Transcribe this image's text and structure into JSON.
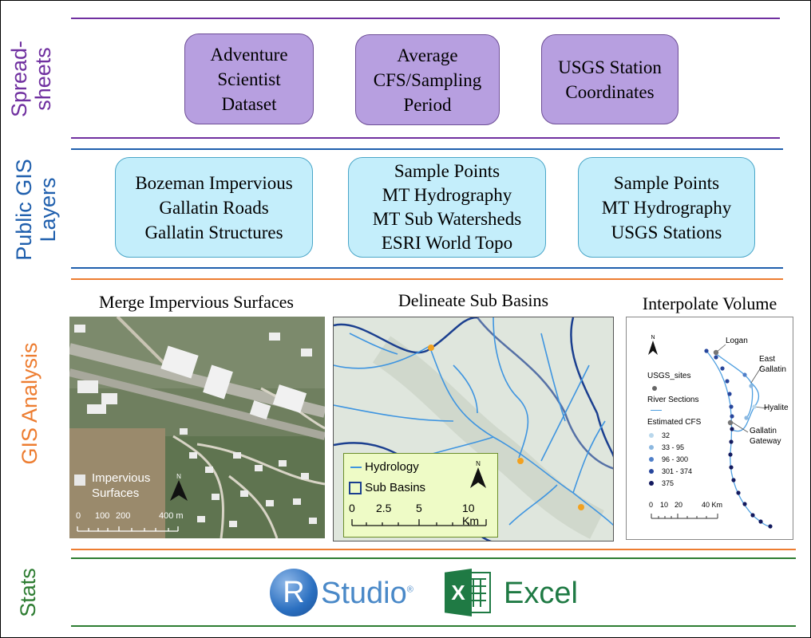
{
  "rows": {
    "spreadsheets": {
      "label_line1": "Spread-",
      "label_line2": "sheets",
      "color": "#7030a0"
    },
    "public_gis": {
      "label_line1": "Public GIS",
      "label_line2": "Layers",
      "color": "#1f5fad"
    },
    "gis_analysis": {
      "label": "GIS Analysis",
      "color": "#ed7d31"
    },
    "stats": {
      "label": "Stats",
      "color": "#2e7d32"
    }
  },
  "spreadsheets": [
    {
      "lines": [
        "Adventure",
        "Scientist",
        "Dataset"
      ]
    },
    {
      "lines": [
        "Average",
        "CFS/Sampling",
        "Period"
      ]
    },
    {
      "lines": [
        "USGS Station",
        "Coordinates"
      ]
    }
  ],
  "public_gis": [
    {
      "lines": [
        "Bozeman Impervious",
        "Gallatin Roads",
        "Gallatin Structures"
      ]
    },
    {
      "lines": [
        "Sample Points",
        "MT Hydrography",
        "MT Sub Watersheds",
        "ESRI World Topo"
      ]
    },
    {
      "lines": [
        "Sample Points",
        "MT Hydrography",
        "USGS Stations"
      ]
    }
  ],
  "analysis": {
    "impervious": {
      "title": "Merge Impervious Surfaces",
      "legend_label_1": "Impervious",
      "legend_label_2": "Surfaces",
      "north": "N",
      "scale_labels": [
        "0",
        "100",
        "200",
        "400 m"
      ]
    },
    "subbasins": {
      "title": "Delineate Sub Basins",
      "legend_hydrology": "Hydrology",
      "legend_subbasins": "Sub Basins",
      "north": "N",
      "scale_labels": [
        "0",
        "2.5",
        "5",
        "10 Km"
      ]
    },
    "interpolate": {
      "title": "Interpolate Volume",
      "north": "N",
      "legend_sites": "USGS_sites",
      "legend_river": "River Sections",
      "legend_cfs_title": "Estimated CFS",
      "cfs_classes": [
        {
          "label": "32",
          "color": "#b9d7ec"
        },
        {
          "label": "33 - 95",
          "color": "#8cb8e0"
        },
        {
          "label": "96 - 300",
          "color": "#4f7fc9"
        },
        {
          "label": "301 - 374",
          "color": "#27469c"
        },
        {
          "label": "375",
          "color": "#12195e"
        }
      ],
      "sites": [
        "Logan",
        "East",
        "Gallatin",
        "Hyalite",
        "Gallatin",
        "Gateway"
      ],
      "scale_labels": [
        "0",
        "10",
        "20",
        "40 Km"
      ]
    }
  },
  "stats": {
    "rstudio_r": "R",
    "rstudio_text": "Studio",
    "rstudio_mark": "®",
    "excel_x": "X",
    "excel_text": "Excel"
  }
}
